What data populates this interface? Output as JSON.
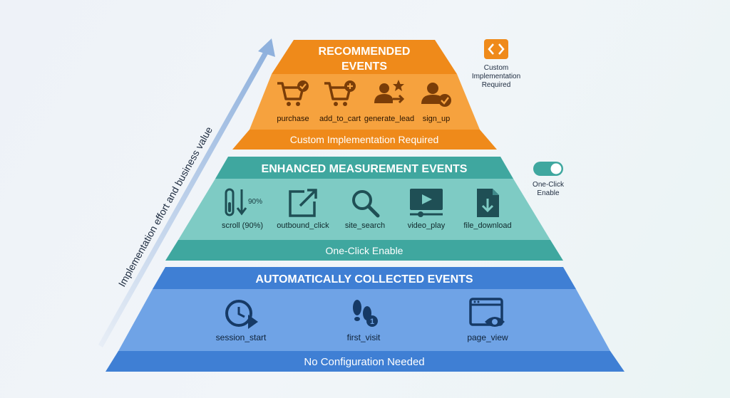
{
  "axis": {
    "label": "Implementation effort and business value"
  },
  "tiers": {
    "recommended": {
      "title_line1": "RECOMMENDED",
      "title_line2": "EVENTS",
      "footer": "Custom Implementation Required",
      "events": [
        {
          "label": "purchase",
          "icon": "cart-check-icon"
        },
        {
          "label": "add_to_cart",
          "icon": "cart-plus-icon"
        },
        {
          "label": "generate_lead",
          "icon": "user-star-arrow-icon"
        },
        {
          "label": "sign_up",
          "icon": "user-check-icon"
        }
      ],
      "colors": {
        "band": "#ef8a1a",
        "body": "#f6a23e",
        "text": "#ffffff",
        "icon": "#7a3d08"
      }
    },
    "enhanced": {
      "title": "ENHANCED MEASUREMENT EVENTS",
      "footer": "One-Click Enable",
      "scroll_hint": "90%",
      "events": [
        {
          "label": "scroll (90%)",
          "icon": "scroll-indicator-icon"
        },
        {
          "label": "outbound_click",
          "icon": "external-link-icon"
        },
        {
          "label": "site_search",
          "icon": "magnifier-icon"
        },
        {
          "label": "video_play",
          "icon": "video-play-icon"
        },
        {
          "label": "file_download",
          "icon": "file-download-icon"
        }
      ],
      "colors": {
        "band": "#3fa79f",
        "body": "#7ecbc4",
        "text": "#ffffff",
        "icon": "#1f4f55"
      }
    },
    "automatic": {
      "title": "AUTOMATICALLY COLLECTED EVENTS",
      "footer": "No Configuration Needed",
      "events": [
        {
          "label": "session_start",
          "icon": "clock-play-icon"
        },
        {
          "label": "first_visit",
          "icon": "footprints-icon"
        },
        {
          "label": "page_view",
          "icon": "browser-eye-icon"
        }
      ],
      "colors": {
        "band": "#3f7fd4",
        "body": "#6fa3e6",
        "text": "#ffffff",
        "icon": "#163a66"
      }
    }
  },
  "badges": {
    "custom": {
      "label_line1": "Custom",
      "label_line2": "Implementation",
      "label_line3": "Required",
      "icon": "code-brackets-icon",
      "color": "#ef8a1a"
    },
    "toggle": {
      "label_line1": "One-Click",
      "label_line2": "Enable",
      "icon": "toggle-switch-icon",
      "color": "#3fa79f"
    }
  }
}
